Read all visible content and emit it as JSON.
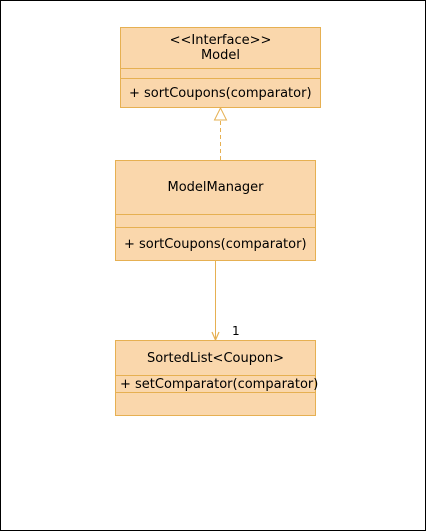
{
  "diagram": {
    "colors": {
      "fill": "#fad7ac",
      "stroke": "#e6b052"
    },
    "classes": {
      "model": {
        "stereotype": "<<Interface>>",
        "name": "Model",
        "methods": [
          "+ sortCoupons(comparator)"
        ]
      },
      "model_manager": {
        "name": "ModelManager",
        "methods": [
          "+ sortCoupons(comparator)"
        ]
      },
      "sorted_list": {
        "name": "SortedList<Coupon>",
        "methods": [
          "+ setComparator(comparator)"
        ]
      }
    },
    "relations": {
      "realization": {
        "from": "model_manager",
        "to": "model",
        "style": "dashed",
        "arrowhead": "hollow-triangle"
      },
      "association": {
        "from": "model_manager",
        "to": "sorted_list",
        "style": "solid",
        "arrowhead": "open",
        "multiplicity": "1"
      }
    }
  }
}
